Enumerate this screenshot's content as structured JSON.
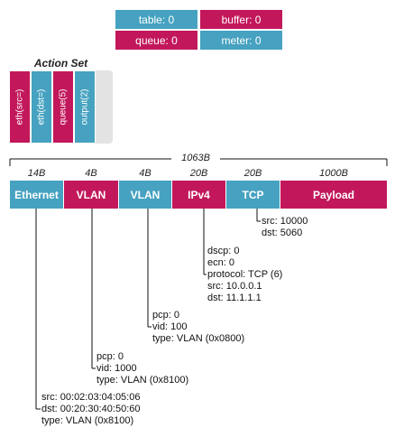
{
  "counters": {
    "table": "table: 0",
    "buffer": "buffer: 0",
    "queue": "queue: 0",
    "meter": "meter: 0"
  },
  "action_set": {
    "title": "Action Set",
    "actions": [
      "eth(src=)",
      "eth(dst=)",
      "queue(5)",
      "output(2)"
    ]
  },
  "packet": {
    "total_size": "1063B",
    "headers": [
      {
        "name": "Ethernet",
        "size": "14B"
      },
      {
        "name": "VLAN",
        "size": "4B"
      },
      {
        "name": "VLAN",
        "size": "4B"
      },
      {
        "name": "IPv4",
        "size": "20B"
      },
      {
        "name": "TCP",
        "size": "20B"
      },
      {
        "name": "Payload",
        "size": "1000B"
      }
    ]
  },
  "details": {
    "tcp": [
      "src: 10000",
      "dst: 5060"
    ],
    "ipv4": [
      "dscp: 0",
      "ecn: 0",
      "protocol: TCP (6)",
      "src: 10.0.0.1",
      "dst: 11.1.1.1"
    ],
    "vlan2": [
      "pcp: 0",
      "vid: 100",
      "type: VLAN (0x0800)"
    ],
    "vlan1": [
      "pcp: 0",
      "vid: 1000",
      "type: VLAN (0x8100)"
    ],
    "ethernet": [
      "src: 00:02:03:04:05:06",
      "dst: 00:20:30:40:50:60",
      "type: VLAN (0x8100)"
    ]
  },
  "colors": {
    "crimson": "#c2185b",
    "teal": "#46a2c0",
    "action_bg": "#e3e3e3"
  }
}
